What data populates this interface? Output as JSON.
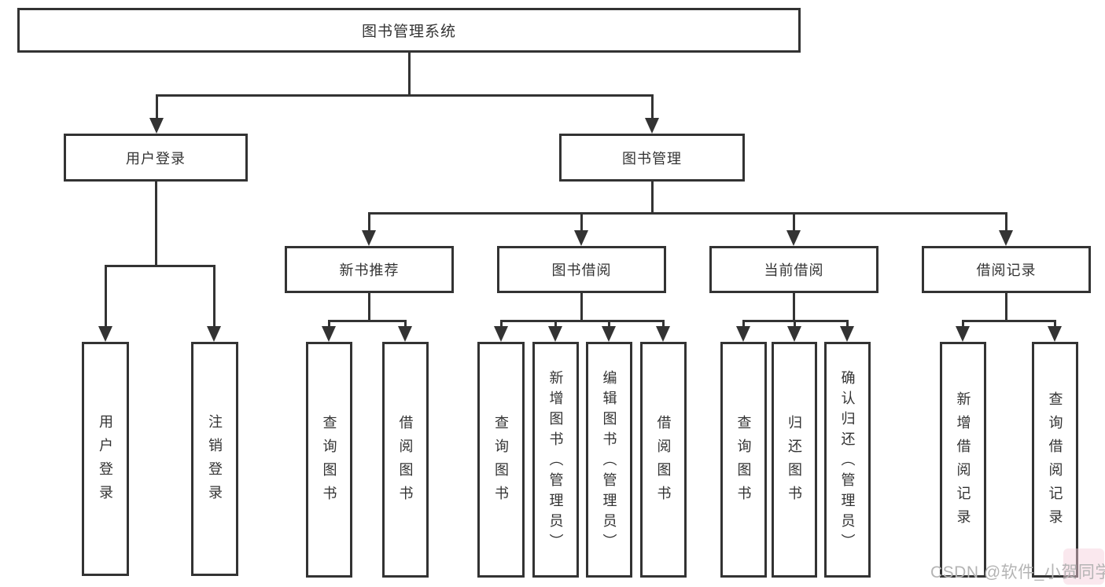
{
  "diagram": {
    "root": "图书管理系统",
    "level2": {
      "user_login": "用户登录",
      "book_mgmt": "图书管理"
    },
    "level3": {
      "new_book_rec": "新书推荐",
      "book_borrow": "图书借阅",
      "current_borrow": "当前借阅",
      "borrow_records": "借阅记录"
    },
    "leaves": {
      "user_login": "用户登录",
      "logout": "注销登录",
      "rec_query_books": "查询图书",
      "rec_borrow_books": "借阅图书",
      "bb_query_books": "查询图书",
      "bb_add_books": "新增图书（管理员）",
      "bb_edit_books": "编辑图书（管理员）",
      "bb_borrow_books": "借阅图书",
      "cb_query_books": "查询图书",
      "cb_return_books": "归还图书",
      "cb_confirm_return": "确认归还（管理员）",
      "br_add_record": "新增借阅记录",
      "br_query_record": "查询借阅记录"
    },
    "watermark": "CSDN @软件_小贺同学",
    "colors": {
      "line": "#333333",
      "box_border": "#333333",
      "text": "#333333",
      "background": "#ffffff",
      "watermark_text": "#b4b4b4",
      "watermark_accent": "#f5cdd9"
    }
  }
}
